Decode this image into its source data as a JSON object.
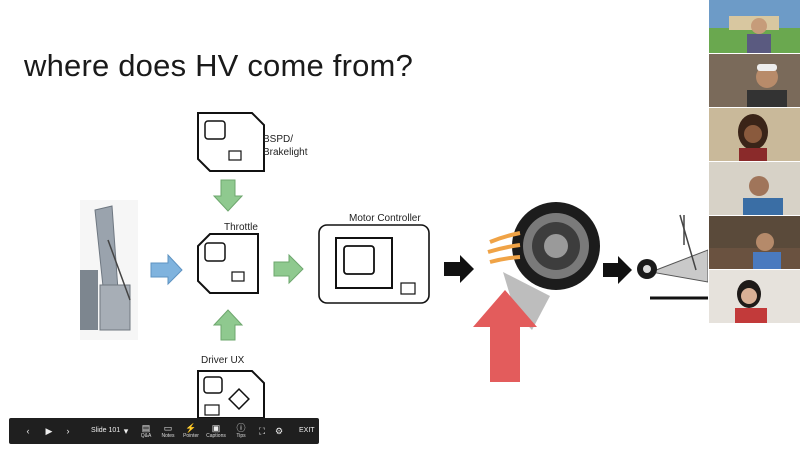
{
  "slide": {
    "title": "where does HV come from?",
    "labels": {
      "bspd_line1": "BSPD/",
      "bspd_line2": "Brakelight",
      "throttle": "Throttle",
      "motor_controller": "Motor Controller",
      "driver_ux": "Driver UX"
    }
  },
  "toolbar": {
    "slide_label": "Slide 101",
    "qa": "Q&A",
    "notes": "Notes",
    "pointer": "Pointer",
    "captions": "Captions",
    "tips": "Tips",
    "exit": "EXIT"
  },
  "colors": {
    "green_arrow": "#8fc98f",
    "blue_arrow": "#7fb3de",
    "red_arrow": "#e35c5c",
    "orange_waves": "#f0a346"
  },
  "participants": [
    "participant-1",
    "participant-2",
    "participant-3",
    "participant-4",
    "participant-5",
    "participant-6"
  ]
}
